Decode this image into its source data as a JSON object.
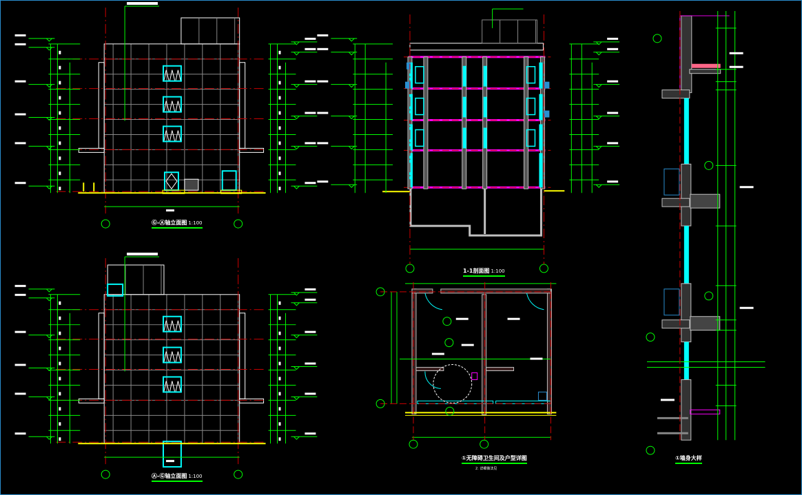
{
  "drawings": [
    {
      "title": "Ⓖ-Ⓐ轴立面图",
      "scale": "1:100"
    },
    {
      "title": "Ⓐ-Ⓖ轴立面图",
      "scale": "1:100"
    },
    {
      "title": "1-1剖面图",
      "scale": "1:100"
    },
    {
      "title": "①无障碍卫生间及户型详图",
      "scale": "",
      "note": "2. 详细做法见"
    },
    {
      "title": "①墙身大样",
      "scale": ""
    }
  ],
  "colors": {
    "background": "#000000",
    "dimension": "#00ff00",
    "axis": "#cc0000",
    "window": "#00ffff",
    "slab": "#ff00ff",
    "wall": "#c0c0c0",
    "ground": "#ffff00"
  }
}
